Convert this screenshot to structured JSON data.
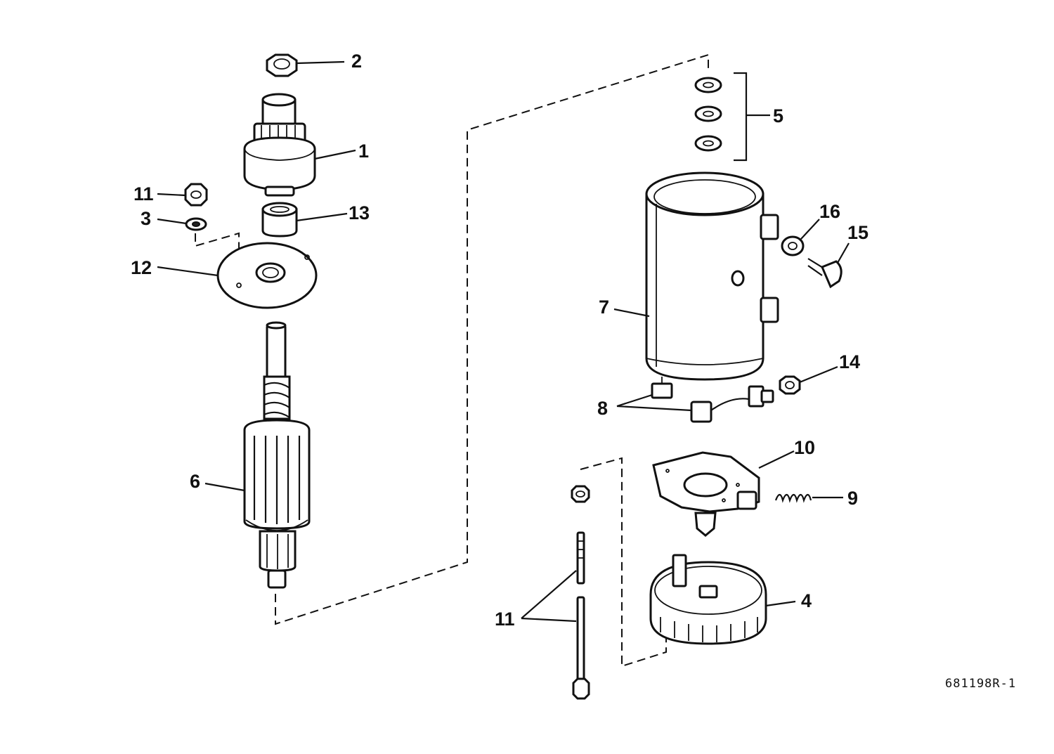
{
  "figure": {
    "reference_code": "681198R-1"
  },
  "callouts": {
    "c1": "1",
    "c2": "2",
    "c3": "3",
    "c4": "4",
    "c5": "5",
    "c6": "6",
    "c7": "7",
    "c8": "8",
    "c9": "9",
    "c10": "10",
    "c11a": "11",
    "c11b": "11",
    "c12": "12",
    "c13": "13",
    "c14": "14",
    "c15": "15",
    "c16": "16"
  }
}
